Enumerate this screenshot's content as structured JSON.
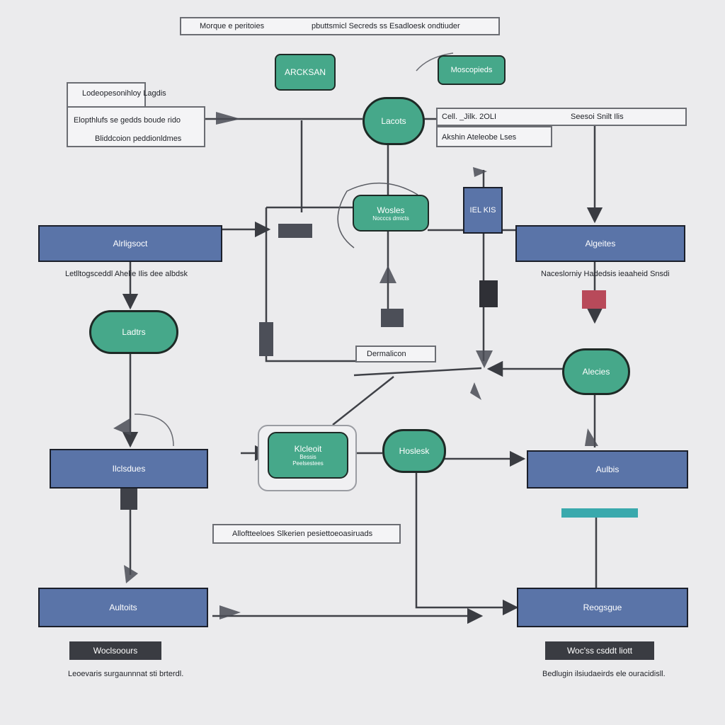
{
  "header": {
    "text_left": "Morque e peritoies",
    "text_right": "pbuttsmicl Secreds ss Esadloesk ondtiuder"
  },
  "top_buttons": {
    "left": "ARCKSAN",
    "right": "Moscopieds"
  },
  "left_panel": {
    "title": "Lodeopesonihloy Lagdis",
    "line1": "Elopthlufs se gedds boude rido",
    "line2": "Bliddcoion peddionldmes"
  },
  "right_panel": {
    "row1_left": "Cell. _Jilk. 2OLI",
    "row1_right": "Seesoi Snilt Ilis",
    "line2": "Akshin Ateleobe Lses"
  },
  "nodes": {
    "center_top": "Lacots",
    "center_mid": "Wosles",
    "center_mid_sub": "Nocccs dmicts",
    "small_tag": "IEL KIS",
    "left_big": "Alrligsoct",
    "left_big_caption": "Letlltogsceddl Ahelie Ilis dee albdsk",
    "right_big": "Algeites",
    "right_big_caption": "Naceslorniy Hadedsis ieaaheid Snsdi",
    "left_oval": "Ladtrs",
    "mid_label": "Dermalicon",
    "right_oval": "Alecies",
    "left_mid_blue": "Ilclsdues",
    "center_group": "Klcleoit",
    "center_group_sub1": "Bessis",
    "center_group_sub2": "Peelsestees",
    "center_right_oval": "Hoslesk",
    "right_mid_blue": "Aulbis",
    "note_bar": "Alloftteeloes Slkerien pesiettoeoasiruads",
    "bottom_left_blue": "Aultoits",
    "bottom_right_blue": "Reogsgue",
    "bottom_left_dark": "Woclsoours",
    "bottom_left_caption": "Leoevaris surgaunnnat sti brterdl.",
    "bottom_right_dark": "Woc'ss csddt liott",
    "bottom_right_caption": "Bedlugin ilsiudaeirds ele ouracidisll."
  },
  "colors": {
    "blue": "#5a74a8",
    "green": "#46a88a",
    "teal_bar": "#3aa9ad",
    "dark": "#3a3c42"
  }
}
